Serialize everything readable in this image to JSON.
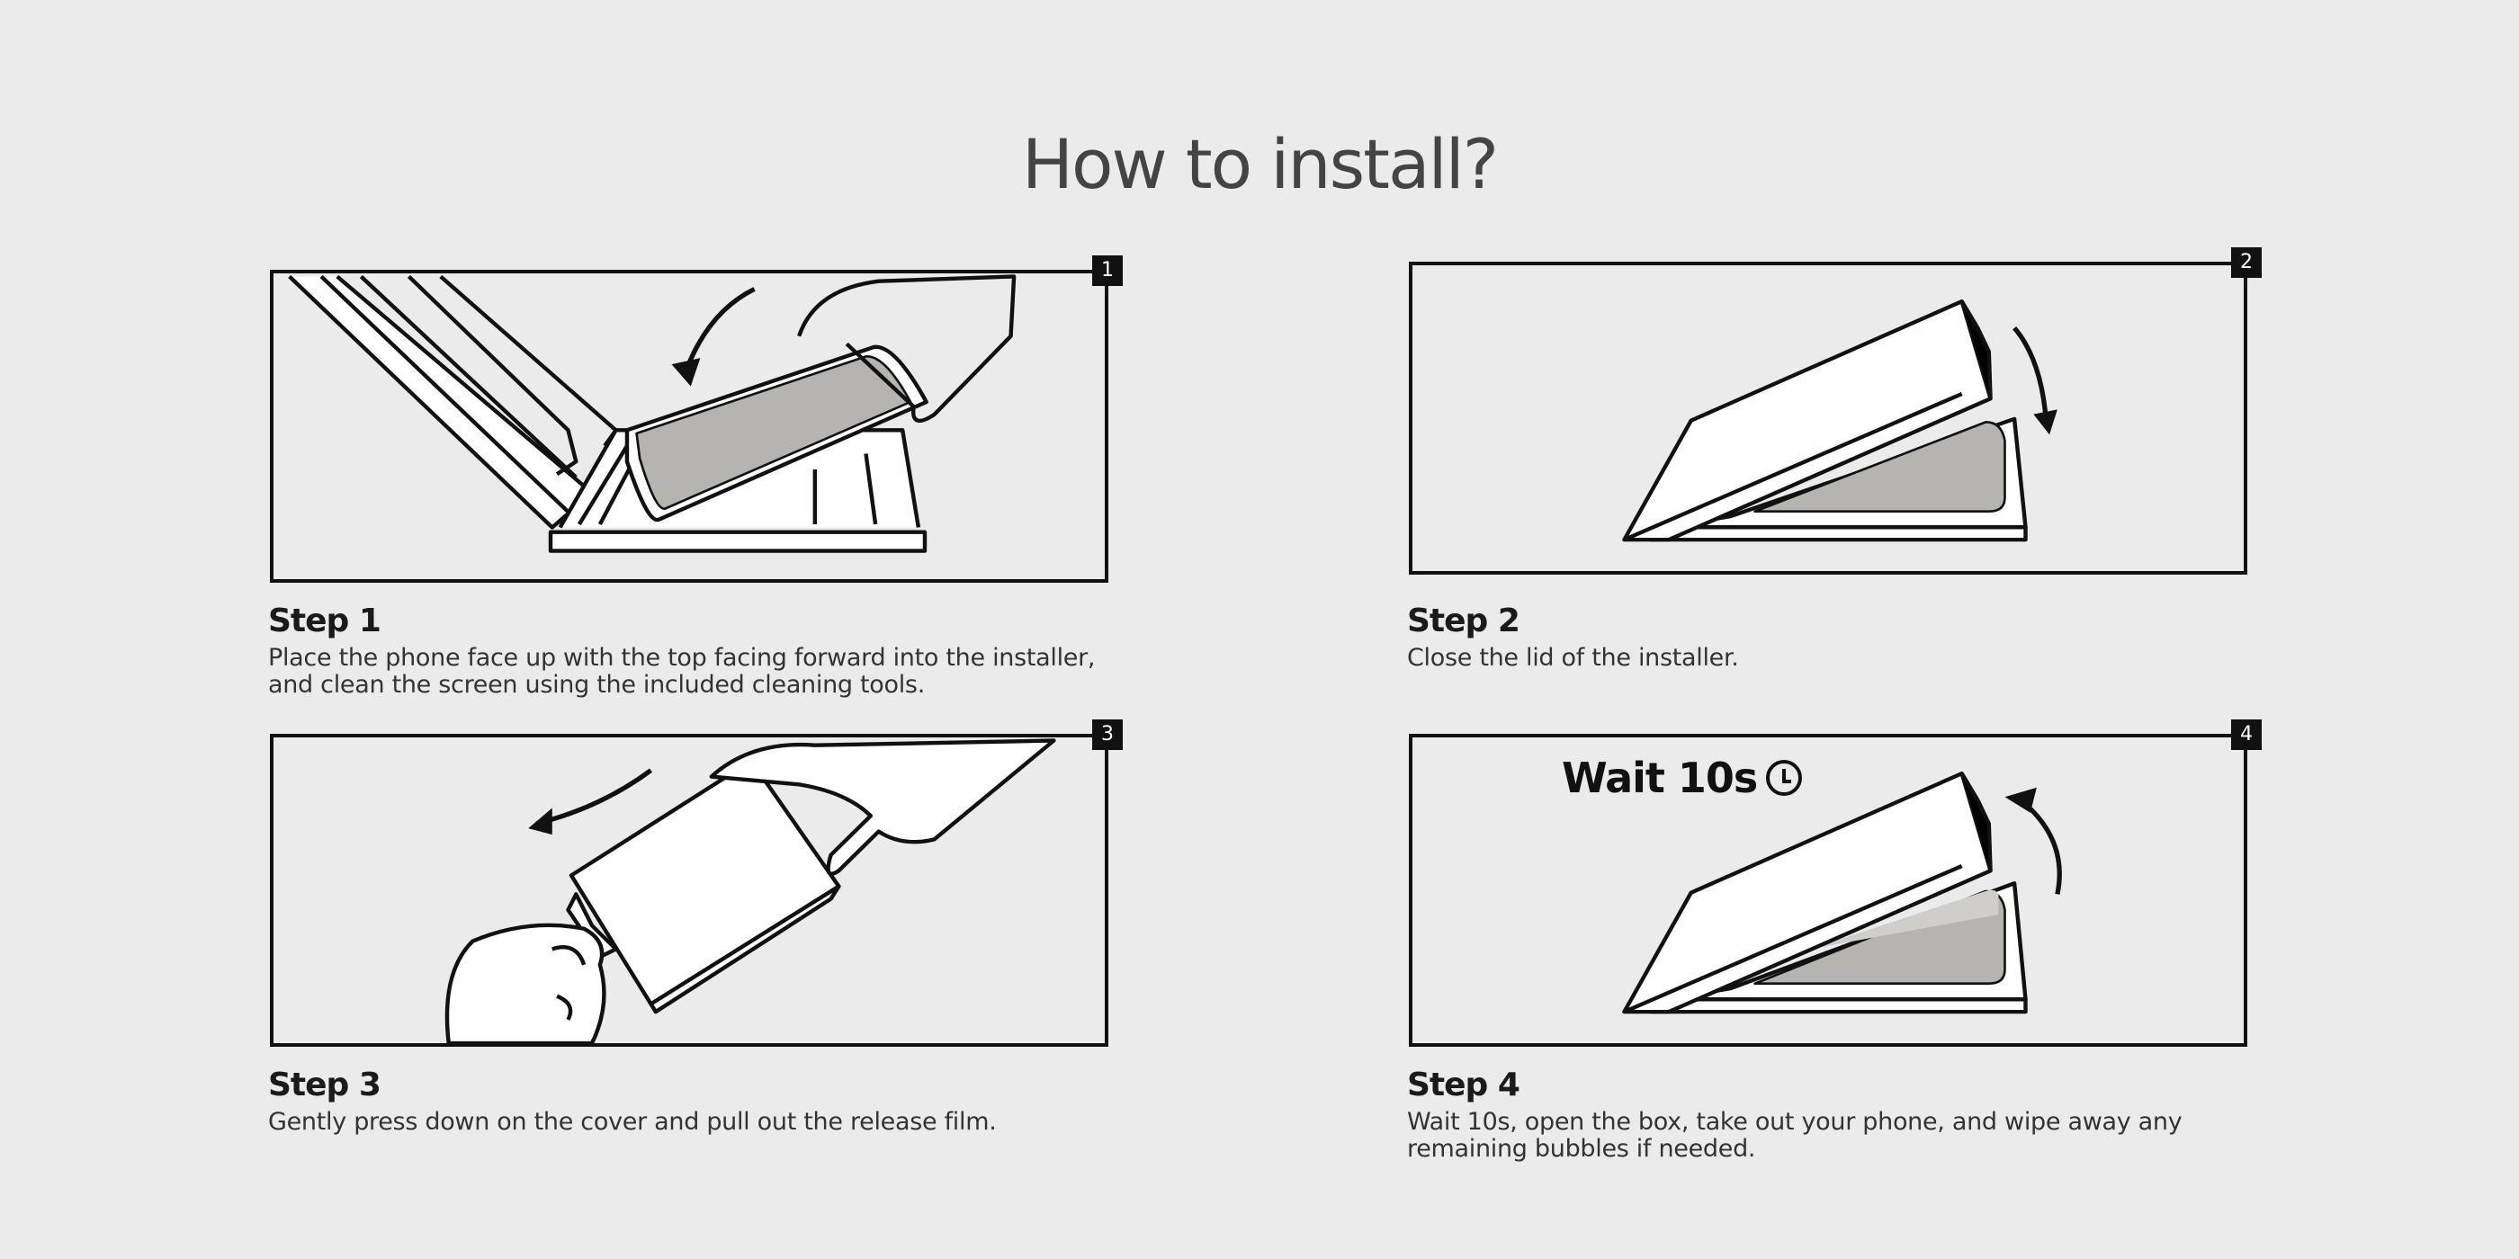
{
  "title": "How to install?",
  "steps": [
    {
      "badge": "1",
      "heading": "Step 1",
      "description_lines": [
        "Place the phone face up with the top facing forward into the installer,",
        "and clean the screen using the included cleaning tools."
      ]
    },
    {
      "badge": "2",
      "heading": "Step 2",
      "description_lines": [
        "Close the lid of the installer."
      ]
    },
    {
      "badge": "3",
      "heading": "Step 3",
      "description_lines": [
        "Gently press down on the cover and pull out the release film."
      ]
    },
    {
      "badge": "4",
      "heading": "Step 4",
      "description_lines": [
        "Wait 10s, open the box, take out your phone, and wipe away any",
        "remaining bubbles if needed."
      ],
      "overlay_text": "Wait 10s"
    }
  ],
  "icons": [
    "clock-icon",
    "arrow-icon"
  ]
}
